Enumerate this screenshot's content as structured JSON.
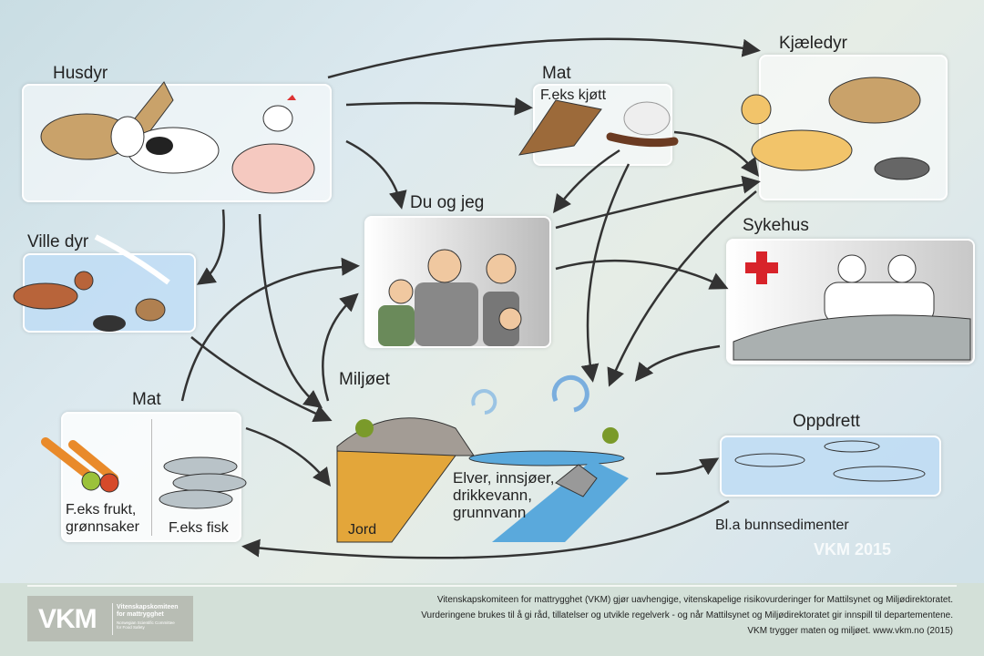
{
  "nodes": {
    "husdyr": "Husdyr",
    "mat_top": "Mat",
    "mat_top_sub": "F.eks kjøtt",
    "kjaeledyr": "Kjæledyr",
    "ville_dyr": "Ville dyr",
    "du_og_jeg": "Du og jeg",
    "sykehus": "Sykehus",
    "mat_bottom": "Mat",
    "frukt": "F.eks frukt,",
    "gronnsaker": "grønnsaker",
    "fisk": "F.eks fisk",
    "miljoet": "Miljøet",
    "vann1": "Elver, innsjøer,",
    "vann2": "drikkevann,",
    "vann3": "grunnvann",
    "jord": "Jord",
    "oppdrett": "Oppdrett",
    "oppdrett_sub": "Bl.a bunnsedimenter"
  },
  "watermark": "VKM 2015",
  "footer": {
    "logo_big": "VKM",
    "logo_name1": "Vitenskapskomiteen",
    "logo_name2": "for mattrygghet",
    "logo_en1": "Norwegian Scientific Committee",
    "logo_en2": "for Food Safety",
    "line1": "Vitenskapskomiteen for mattrygghet (VKM) gjør uavhengige, vitenskapelige risikovurderinger for Mattilsynet og Miljødirektoratet.",
    "line2": "Vurderingene brukes til å gi råd, tillatelser og utvikle regelverk - og når Mattilsynet og Miljødirektoratet gir innspill til departementene.",
    "line3": "VKM trygger maten og miljøet. www.vkm.no (2015)"
  },
  "colors": {
    "cross": "#d8232a",
    "soil": "#e3a63a",
    "water": "#5aa9dc"
  }
}
